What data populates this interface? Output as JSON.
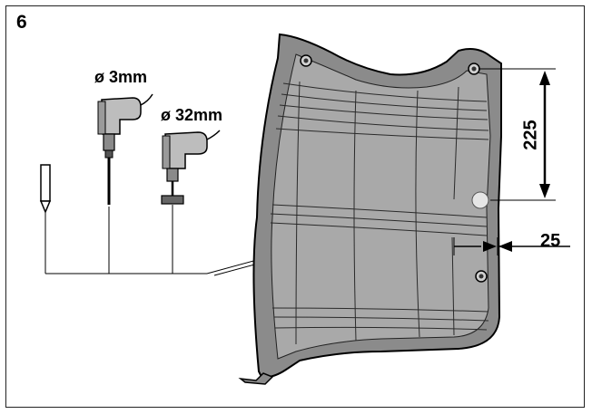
{
  "figure": {
    "step_number": "6",
    "drill_small_label": "ø 3mm",
    "drill_large_label": "ø 32mm",
    "dimension_vertical": "225",
    "dimension_horizontal": "25"
  },
  "colors": {
    "panel_fill": "#7f7f7f",
    "panel_light": "#c8c8c8",
    "line": "#000000",
    "hole": "#e6e6e6"
  },
  "icons": [
    "center-punch-icon",
    "drill-3mm-icon",
    "drill-32mm-icon",
    "hole-marker-icon"
  ]
}
